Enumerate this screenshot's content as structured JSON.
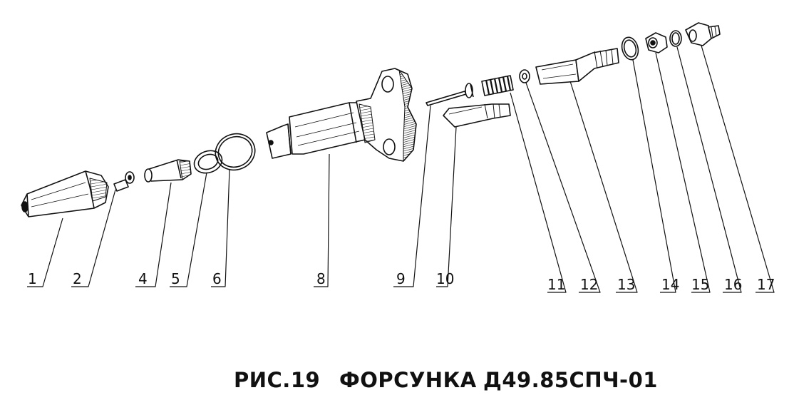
{
  "caption": {
    "figure": "РИС.19",
    "name": "ФОРСУНКА",
    "code": "Д49.85СПЧ-01"
  },
  "part_labels": [
    "1",
    "2",
    "4",
    "5",
    "6",
    "8",
    "9",
    "10",
    "11",
    "12",
    "13",
    "14",
    "15",
    "16",
    "17"
  ],
  "colors": {
    "ink": "#111111",
    "paper": "#ffffff"
  }
}
